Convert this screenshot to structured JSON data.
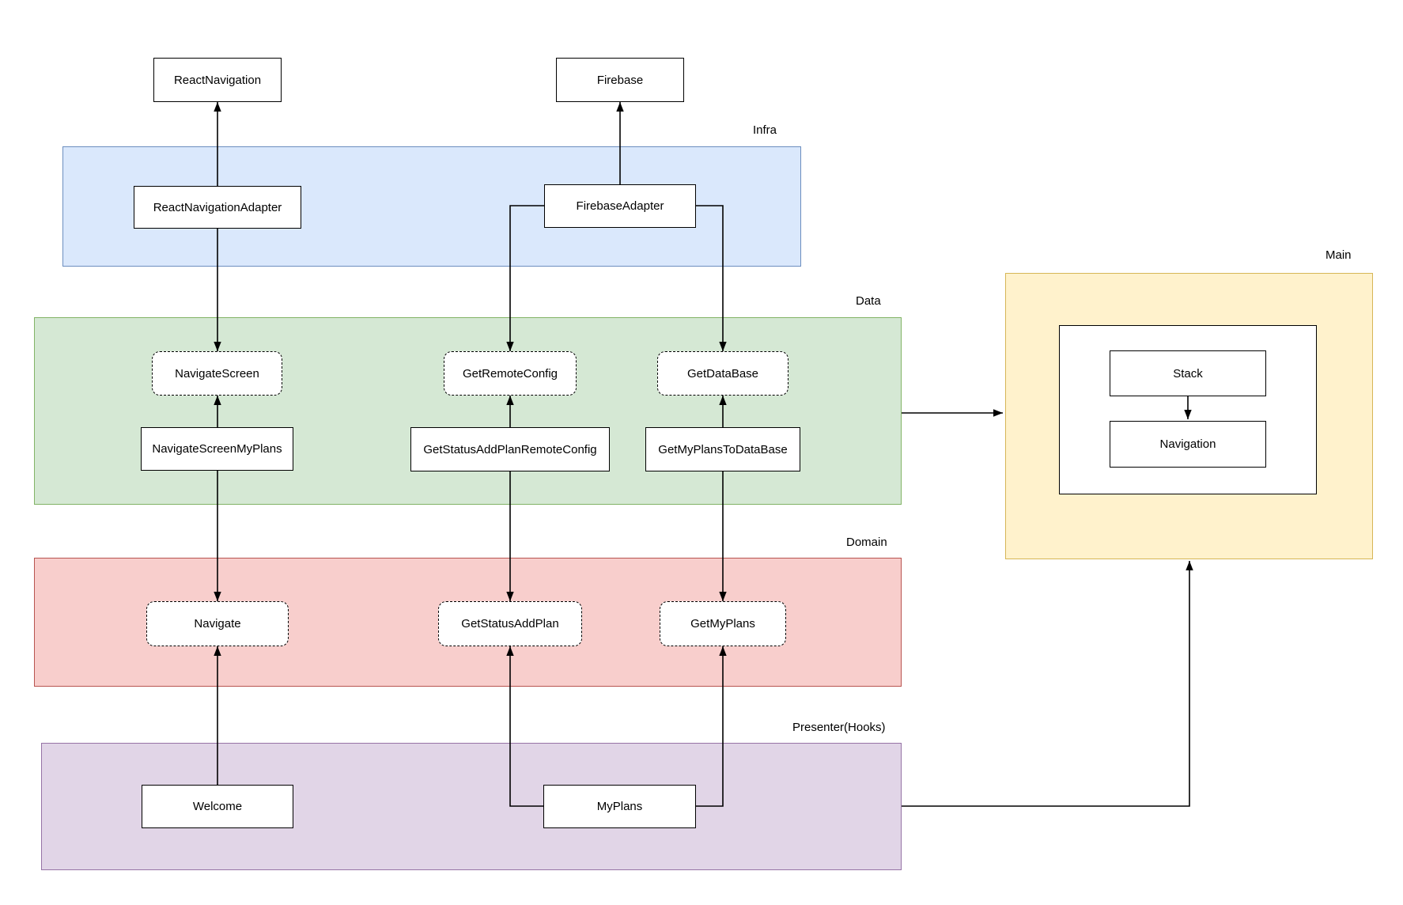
{
  "diagram": {
    "bands": {
      "infra": {
        "label": "Infra",
        "fill": "#dae8fc",
        "stroke": "#6c8ebf"
      },
      "data": {
        "label": "Data",
        "fill": "#d5e8d4",
        "stroke": "#82b366"
      },
      "domain": {
        "label": "Domain",
        "fill": "#f8cecc",
        "stroke": "#b85450"
      },
      "presenter": {
        "label": "Presenter(Hooks)",
        "fill": "#e1d5e7",
        "stroke": "#9673a6"
      },
      "main": {
        "label": "Main",
        "fill": "#fff2cc",
        "stroke": "#d6b656"
      }
    },
    "nodes": {
      "react_navigation": {
        "label": "ReactNavigation"
      },
      "firebase": {
        "label": "Firebase"
      },
      "react_navigation_adapter": {
        "label": "ReactNavigationAdapter"
      },
      "firebase_adapter": {
        "label": "FirebaseAdapter"
      },
      "navigate_screen": {
        "label": "NavigateScreen"
      },
      "get_remote_config": {
        "label": "GetRemoteConfig"
      },
      "get_database": {
        "label": "GetDataBase"
      },
      "navigate_screen_my_plans": {
        "label": "NavigateScreenMyPlans"
      },
      "get_status_add_plan_remote_config": {
        "label": "GetStatusAddPlanRemoteConfig"
      },
      "get_my_plans_to_database": {
        "label": "GetMyPlansToDataBase"
      },
      "navigate": {
        "label": "Navigate"
      },
      "get_status_add_plan": {
        "label": "GetStatusAddPlan"
      },
      "get_my_plans": {
        "label": "GetMyPlans"
      },
      "welcome": {
        "label": "Welcome"
      },
      "my_plans": {
        "label": "MyPlans"
      },
      "stack": {
        "label": "Stack"
      },
      "navigation": {
        "label": "Navigation"
      }
    },
    "styles": {
      "node": {
        "fill": "#ffffff",
        "stroke": "#000000"
      },
      "edge": {
        "stroke": "#000000"
      },
      "arrowhead": {
        "fill": "#000000"
      },
      "background": "#ffffff"
    }
  }
}
